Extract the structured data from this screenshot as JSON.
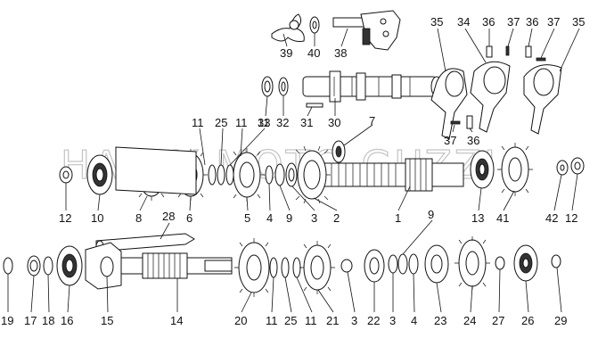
{
  "watermark": {
    "text": "HAPPY MOTO GUZZI"
  },
  "callouts": {
    "c1": "1",
    "c2": "2",
    "c3a": "3",
    "c3b": "3",
    "c3c": "3",
    "c4a": "4",
    "c4b": "4",
    "c5": "5",
    "c6": "6",
    "c7": "7",
    "c8": "8",
    "c9a": "9",
    "c9b": "9",
    "c10": "10",
    "c11a": "11",
    "c11b": "11",
    "c11c": "11",
    "c11d": "11",
    "c12a": "12",
    "c12b": "12",
    "c13": "13",
    "c14": "14",
    "c15": "15",
    "c16": "16",
    "c17": "17",
    "c18": "18",
    "c19": "19",
    "c20": "20",
    "c21": "21",
    "c22": "22",
    "c23": "23",
    "c24": "24",
    "c25a": "25",
    "c25b": "25",
    "c26": "26",
    "c27": "27",
    "c28": "28",
    "c29": "29",
    "c30": "30",
    "c31": "31",
    "c32": "32",
    "c33": "33",
    "c34": "34",
    "c35a": "35",
    "c35b": "35",
    "c36a": "36",
    "c36b": "36",
    "c36c": "36",
    "c37a": "37",
    "c37b": "37",
    "c37c": "37",
    "c38": "38",
    "c39": "39",
    "c40": "40",
    "c41": "41",
    "c42": "42"
  }
}
